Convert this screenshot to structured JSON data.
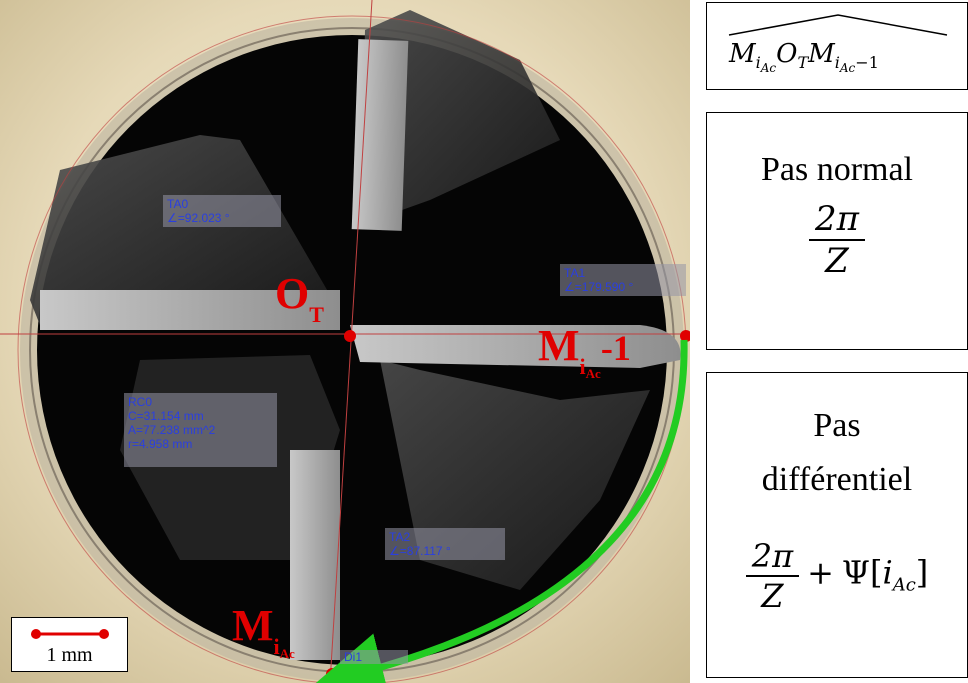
{
  "measurements": {
    "ta0": {
      "name": "TA0",
      "value": "∠=92.023 °"
    },
    "ta1": {
      "name": "TA1",
      "value": "∠=179.590 °"
    },
    "ta2": {
      "name": "TA2",
      "value": "∠=87.117 °"
    },
    "rc0": {
      "name": "RC0",
      "c": "C=31.154 mm",
      "a": "A=77.238 mm^2",
      "r": "r=4.958 mm"
    },
    "di1": {
      "name": "Di1"
    }
  },
  "points": {
    "ot": {
      "main": "O",
      "sub": "T"
    },
    "m1": {
      "main": "M",
      "sub": "i",
      "subsub": "Ac",
      "suffix": "-1"
    },
    "m0": {
      "main": "M",
      "sub": "i",
      "subsub": "Ac"
    }
  },
  "scale": {
    "label": "1 mm"
  },
  "panels": {
    "angle": {
      "parts": [
        "M",
        "i",
        "Ac",
        "O",
        "T",
        "M",
        "i",
        "Ac",
        "−1"
      ]
    },
    "normal": {
      "title": "Pas normal",
      "num": "2π",
      "den": "Z"
    },
    "differential": {
      "title_line1": "Pas",
      "title_line2": "différentiel",
      "num": "2π",
      "den": "Z",
      "plus": "+",
      "psi": "Ψ[",
      "psi_sub": "Ac",
      "psi_i": "i",
      "close": "]"
    }
  },
  "colors": {
    "points": "#e00000",
    "arrow": "#22cc22",
    "measure_text": "#2a3fe0"
  }
}
